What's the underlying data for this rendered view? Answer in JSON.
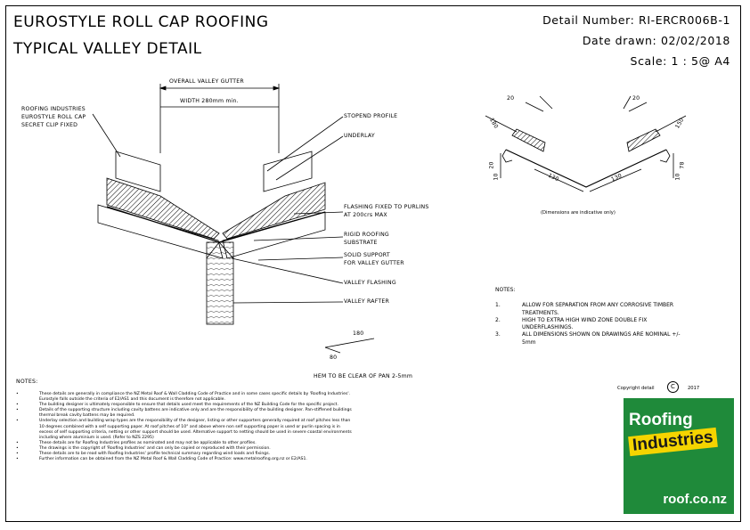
{
  "title": {
    "line1": "EUROSTYLE ROLL CAP ROOFING",
    "line2": "TYPICAL VALLEY DETAIL"
  },
  "header": {
    "detail_number": "Detail Number:  RI-ERCR006B-1",
    "date_drawn": "Date drawn:  02/02/2018",
    "scale": "Scale:   1 : 5@ A4"
  },
  "labels": {
    "overall_gutter": "OVERALL VALLEY GUTTER",
    "width": "WIDTH 280mm min.",
    "roll_cap_1": "ROOFING INDUSTRIES",
    "roll_cap_2": "EUROSTYLE ROLL CAP",
    "roll_cap_3": "SECRET CLIP FIXED",
    "stopend": "STOPEND PROFILE",
    "underlay": "UNDERLAY",
    "flashing_1": "FLASHING FIXED TO PURLINS",
    "flashing_2": "AT 200crs MAX",
    "rigid_1": "RIGID ROOFING",
    "rigid_2": "SUBSTRATE",
    "solid_1": "SOLID SUPPORT",
    "solid_2": "FOR VALLEY GUTTER",
    "valley_flashing": "VALLEY FLASHING",
    "valley_rafter": "VALLEY RAFTER",
    "hem": "HEM TO BE CLEAR OF PAN 2-5mm",
    "dim_180": "180",
    "dim_80": "80"
  },
  "section": {
    "d20a": "20",
    "d20b": "20",
    "d180": "180",
    "d150": "150",
    "d130a": "130",
    "d130b": "130",
    "d20c": "20",
    "d10": "10",
    "d78": "78",
    "d10b": "10",
    "caption": "(Dimensions are indicative only)"
  },
  "right_notes": {
    "heading": "NOTES:",
    "items": [
      {
        "num": "1.",
        "text": "ALLOW FOR SEPARATION FROM ANY CORROSIVE TIMBER",
        "text2": "TREATMENTS."
      },
      {
        "num": "2.",
        "text": "HIGH TO EXTRA HIGH WIND ZONE DOUBLE FIX",
        "text2": "UNDERFLASHINGS."
      },
      {
        "num": "3.",
        "text": "ALL DIMENSIONS SHOWN ON DRAWINGS ARE NOMINAL +/-",
        "text2": "5mm"
      }
    ]
  },
  "notes": {
    "heading": "NOTES:",
    "items": [
      "These details are generally in compliance the NZ Metal Roof & Wall Cladding Code of Practice and in some cases specific details by 'Roofing Industries'.",
      "Eurostyle falls outside the criteria of E2/AS1 and this document is therefore not applicable.",
      "The building designer is ultimately responsible to ensure that details used meet the requirements of the NZ Building Code for the specific project.",
      "Details of the supporting structure including cavity battens are indicative only and are the responsibility of the building designer. Pan-stiffened buildings",
      "thermal break cavity battens may be required.",
      "Underlay selection and building wrap types are the responsibility of the designer, listing or other supporters generally required at roof pitches less than",
      "10 degrees combined with a self supporting paper. At roof pitches of 10° and above where non self supporting paper is used or purlin spacing is in",
      "excess of self supporting criteria, netting or other support should be used. Alternative support to netting should be used in severe coastal environments",
      "including where aluminium is used. (Refer to NZS 2295)",
      "These details are for Roofing Industries profiles as nominated and may not be applicable to other profiles.",
      "The drawings is the copyright of 'Roofing Industries' and can only be copied or reproduced with their permission.",
      "These details are to be read with Roofing Industries' profile technical summary regarding wind loads and fixings.",
      "Further information can be obtained from the NZ Metal Roof & Wall Cladding Code of Practice: www.metalroofing.org.nz or E2/AS1."
    ],
    "bullets": [
      "•",
      "",
      "•",
      "•",
      "",
      "•",
      "",
      "",
      "",
      "•",
      "•",
      "•",
      "•"
    ]
  },
  "copyright": "Copyright detail",
  "copyright_year": "2017",
  "copyright_symbol": "C",
  "logo": {
    "line1": "Roofing",
    "line2": "Industries",
    "line3": "roof.co.nz",
    "bg": "#1f8a3a",
    "accent": "#f5d400"
  }
}
